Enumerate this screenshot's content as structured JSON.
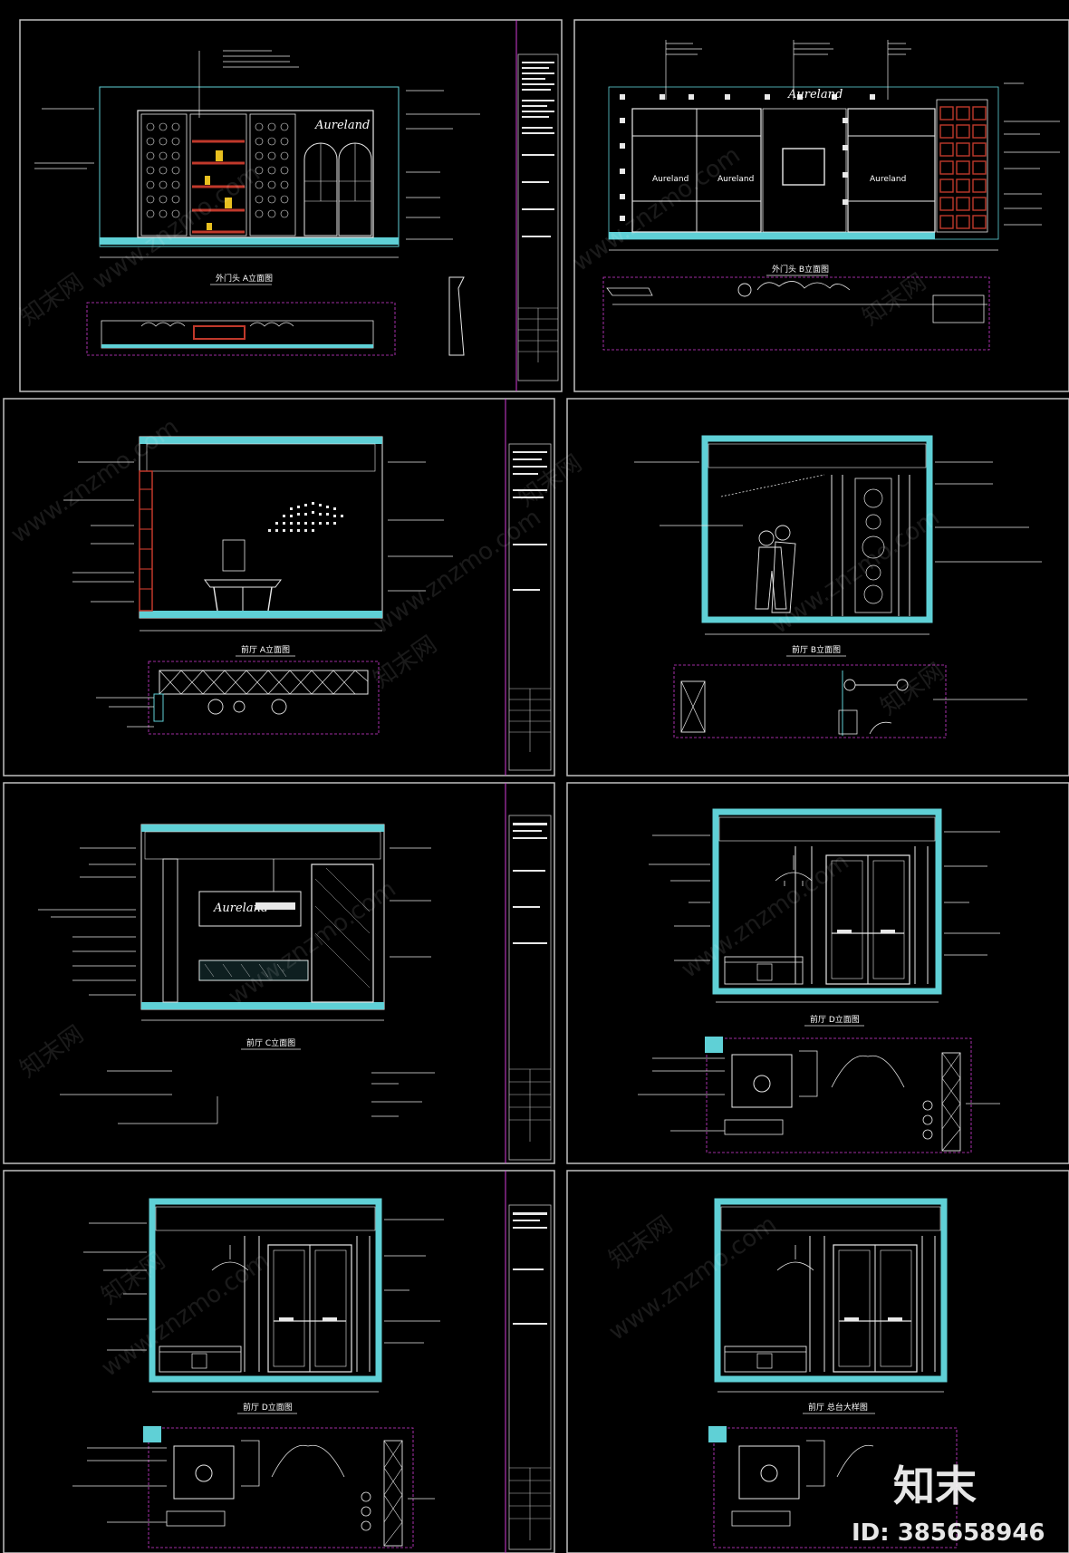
{
  "colors": {
    "background": "#000000",
    "frame": "#bfbfbf",
    "cyan": "#5fd0d6",
    "magenta": "#d23cd6",
    "line": "#e8e8e8",
    "red": "#c0392b",
    "yellow": "#e8c020"
  },
  "sheets": [
    {
      "caption": "外门头 A立面图"
    },
    {
      "caption": "外门头 B立面图"
    },
    {
      "caption": "前厅 A立面图"
    },
    {
      "caption": "前厅 B立面图"
    },
    {
      "caption": "前厅 C立面图"
    },
    {
      "caption": "前厅 D立面图"
    },
    {
      "caption": "前厅 D立面图"
    },
    {
      "caption": "前厅 总台大样图"
    }
  ],
  "logo_text": "Aureland",
  "watermarks": [
    "www.znzmo.com",
    "知末网"
  ],
  "brand": {
    "name": "知末",
    "id": "ID: 385658946"
  }
}
